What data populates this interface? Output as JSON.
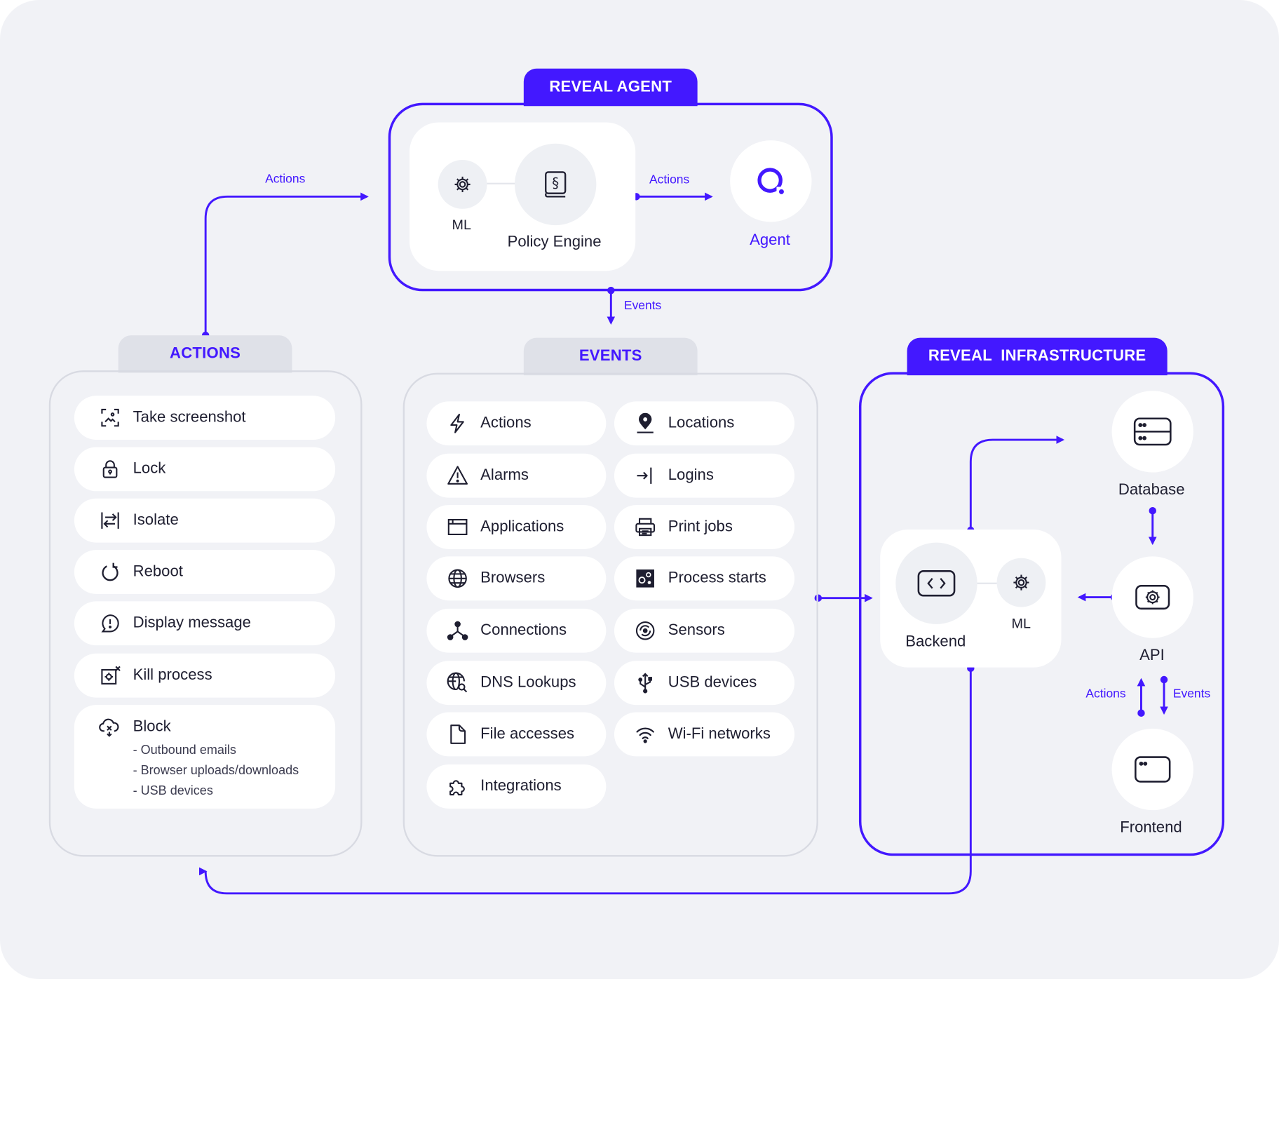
{
  "agent": {
    "tab": "REVEAL AGENT",
    "ml_label": "ML",
    "policy_label": "Policy Engine",
    "agent_label": "Agent",
    "flow_actions": "Actions",
    "flow_events": "Events"
  },
  "actions": {
    "tab": "ACTIONS",
    "flow_label": "Actions",
    "items": [
      {
        "label": "Take screenshot",
        "icon": "screenshot-icon"
      },
      {
        "label": "Lock",
        "icon": "lock-icon"
      },
      {
        "label": "Isolate",
        "icon": "isolate-icon"
      },
      {
        "label": "Reboot",
        "icon": "reboot-icon"
      },
      {
        "label": "Display message",
        "icon": "message-icon"
      },
      {
        "label": "Kill process",
        "icon": "kill-process-icon"
      }
    ],
    "block": {
      "label": "Block",
      "icon": "cloud-block-icon",
      "subitems": [
        "- Outbound emails",
        "- Browser uploads/downloads",
        "- USB devices"
      ]
    }
  },
  "events": {
    "tab": "EVENTS",
    "left": [
      {
        "label": "Actions",
        "icon": "bolt-icon"
      },
      {
        "label": "Alarms",
        "icon": "warning-icon"
      },
      {
        "label": "Applications",
        "icon": "window-icon"
      },
      {
        "label": "Browsers",
        "icon": "globe-icon"
      },
      {
        "label": "Connections",
        "icon": "network-icon"
      },
      {
        "label": "DNS Lookups",
        "icon": "dns-globe-icon"
      },
      {
        "label": "File accesses",
        "icon": "file-icon"
      },
      {
        "label": "Integrations",
        "icon": "puzzle-icon"
      }
    ],
    "right": [
      {
        "label": "Locations",
        "icon": "location-pin-icon"
      },
      {
        "label": "Logins",
        "icon": "login-icon"
      },
      {
        "label": "Print jobs",
        "icon": "printer-icon"
      },
      {
        "label": "Process starts",
        "icon": "process-icon"
      },
      {
        "label": "Sensors",
        "icon": "sensor-icon"
      },
      {
        "label": "USB devices",
        "icon": "usb-icon"
      },
      {
        "label": "Wi-Fi networks",
        "icon": "wifi-icon"
      }
    ]
  },
  "infra": {
    "tab": "REVEAL  INFRASTRUCTURE",
    "backend_label": "Backend",
    "ml_label": "ML",
    "database_label": "Database",
    "api_label": "API",
    "frontend_label": "Frontend",
    "flow_actions": "Actions",
    "flow_events": "Events"
  },
  "colors": {
    "accent": "#4318ff",
    "background": "#f1f2f6",
    "card": "#ffffff",
    "tab_grey": "#dfe1e8",
    "border_grey": "#d8dae2"
  }
}
